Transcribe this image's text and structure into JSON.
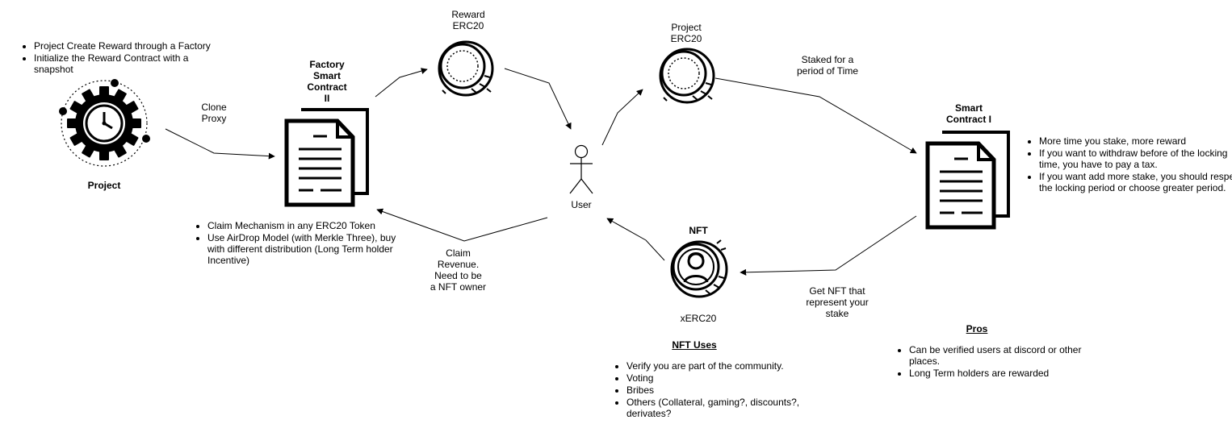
{
  "colors": {
    "stroke": "#000000",
    "background": "#ffffff"
  },
  "project": {
    "notes": [
      "Project Create Reward through a Factory",
      "Initialize the Reward Contract with a snapshot"
    ],
    "label": "Project",
    "icon": "gear-clock-icon"
  },
  "clone_proxy": "Clone\nProxy",
  "factory": {
    "title": "Factory\nSmart\nContract\nII",
    "icon": "documents-icon",
    "notes": [
      "Claim Mechanism in any ERC20 Token",
      "Use AirDrop Model (with Merkle Three), buy with different distribution (Long Term holder Incentive)"
    ]
  },
  "reward_token": {
    "label": "Reward\nERC20",
    "icon": "coin-icon"
  },
  "project_token": {
    "label": "Project\nERC20",
    "icon": "coin-icon"
  },
  "user": {
    "label": "User",
    "icon": "user-stick-figure-icon"
  },
  "staked_label": "Staked for a\nperiod of Time",
  "smart_contract_1": {
    "title": "Smart\nContract I",
    "icon": "documents-icon",
    "notes": [
      "More time you stake, more reward",
      "If you want to withdraw before of the locking time, you have to pay a tax.",
      "If you want add more stake, you should respect the locking period or choose greater period."
    ]
  },
  "claim_label": "Claim\nRevenue.\nNeed to be\na NFT owner",
  "nft": {
    "title": "NFT",
    "sublabel": "xERC20",
    "icon": "nft-coin-icon"
  },
  "get_nft_label": "Get NFT that\nrepresent your\nstake",
  "nft_uses": {
    "title": "NFT Uses",
    "items": [
      "Verify you are part of the community.",
      "Voting",
      "Bribes",
      "Others (Collateral, gaming?, discounts?, derivates?"
    ]
  },
  "pros": {
    "title": "Pros",
    "items": [
      "Can be verified users at discord or other places.",
      "Long Term holders are rewarded"
    ]
  }
}
